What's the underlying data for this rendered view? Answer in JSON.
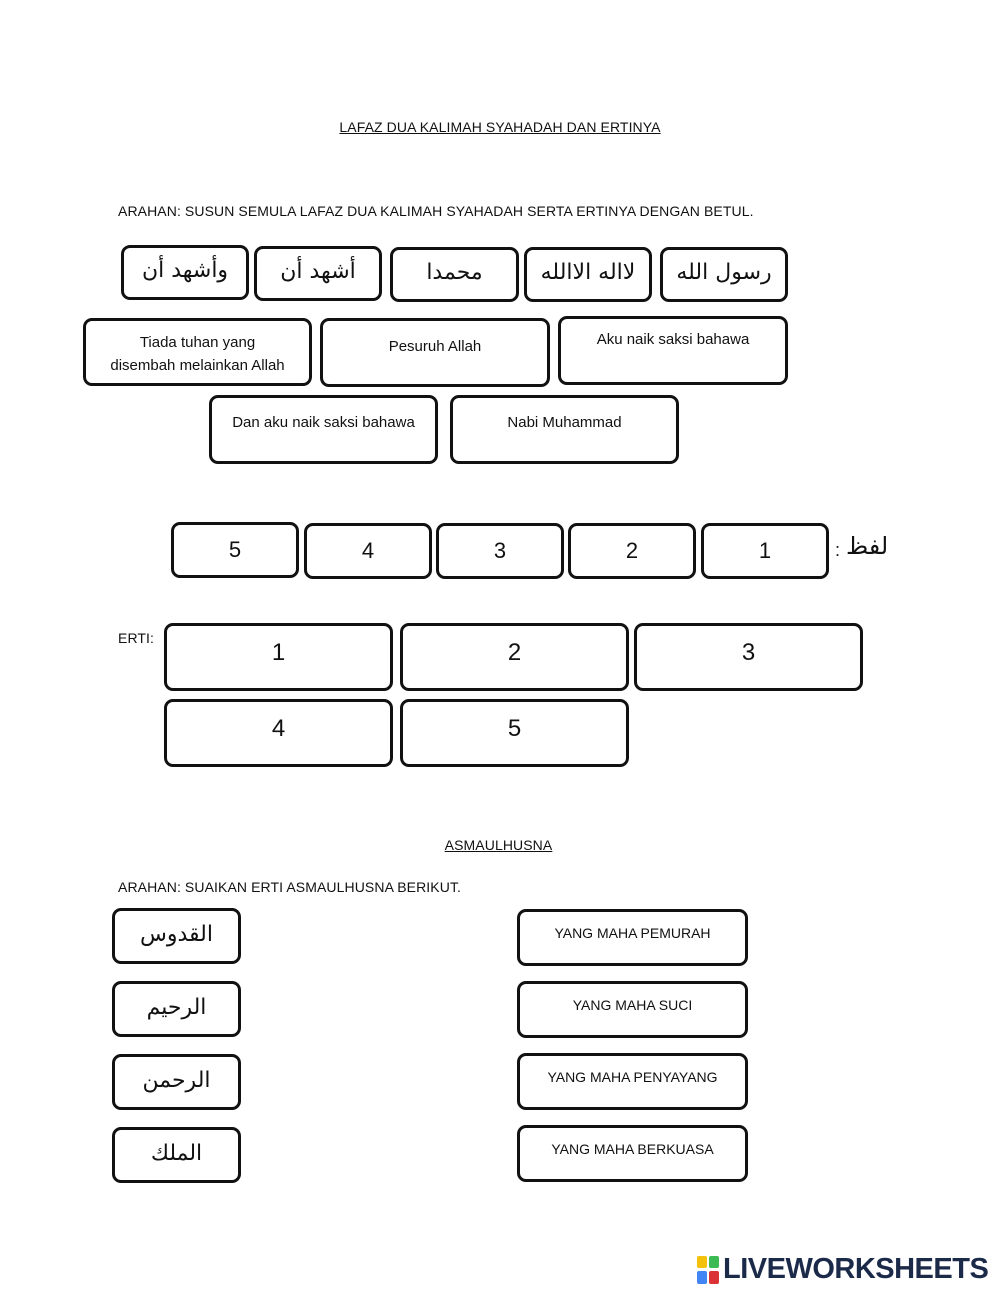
{
  "section1": {
    "title": "LAFAZ DUA KALIMAH SYAHADAH DAN ERTINYA",
    "instruction": "ARAHAN: SUSUN SEMULA LAFAZ DUA KALIMAH SYAHADAH SERTA ERTINYA DENGAN BETUL.",
    "arabic_tiles": [
      "وأشهد أن",
      "أشهد أن",
      "محمدا",
      "لااله الاالله",
      "رسول الله"
    ],
    "meaning_tiles": [
      [
        "Tiada tuhan yang",
        "disembah melainkan Allah"
      ],
      [
        "Pesuruh Allah"
      ],
      [
        "Aku naik saksi bahawa"
      ],
      [
        "Dan aku naik saksi bahawa"
      ],
      [
        "Nabi Muhammad"
      ]
    ],
    "lafaz_label": "لفظ",
    "lafaz_colon": ":",
    "lafaz_slots": [
      "5",
      "4",
      "3",
      "2",
      "1"
    ],
    "erti_label": "ERTI:",
    "erti_slots": [
      "1",
      "2",
      "3",
      "4",
      "5"
    ]
  },
  "section2": {
    "title": "ASMAULHUSNA",
    "instruction": "ARAHAN: SUAIKAN ERTI ASMAULHUSNA BERIKUT.",
    "names": [
      "القدوس",
      "الرحيم",
      "الرحمن",
      "الملك"
    ],
    "meanings": [
      "YANG MAHA PEMURAH",
      "YANG MAHA SUCI",
      "YANG MAHA PENYAYANG",
      "YANG MAHA BERKUASA"
    ]
  },
  "footer": {
    "logo_text": "LIVEWORKSHEETS",
    "logo_icon": "liveworksheets-logo-icon",
    "icon_colors": [
      "#f4c20d",
      "#3cba54",
      "#4285f4",
      "#db3236"
    ]
  }
}
